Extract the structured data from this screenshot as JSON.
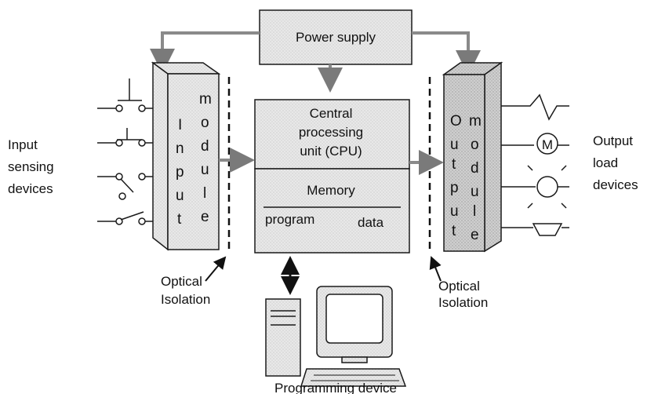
{
  "power_supply": {
    "label": "Power supply"
  },
  "cpu": {
    "line1": "Central",
    "line2": "processing",
    "line3": "unit (CPU)"
  },
  "memory": {
    "title": "Memory",
    "program": "program",
    "data": "data"
  },
  "input_module": {
    "letters_a": [
      "I",
      "n",
      "p",
      "u",
      "t"
    ],
    "letters_b": [
      "m",
      "o",
      "d",
      "u",
      "l",
      "e"
    ]
  },
  "output_module": {
    "letters_a": [
      "O",
      "u",
      "t",
      "p",
      "u",
      "t"
    ],
    "letters_b": [
      "m",
      "o",
      "d",
      "u",
      "l",
      "e"
    ]
  },
  "input_devices": {
    "line1": "Input",
    "line2": "sensing",
    "line3": "devices"
  },
  "output_devices": {
    "line1": "Output",
    "line2": "load",
    "line3": "devices"
  },
  "optical_left": {
    "line1": "Optical",
    "line2": "Isolation"
  },
  "optical_right": {
    "line1": "Optical",
    "line2": "Isolation"
  },
  "motor_symbol": "M",
  "programming_device": {
    "label": "Programming device"
  },
  "colors": {
    "shade": "#dcdcdc",
    "line": "#1a1a1a",
    "arrow": "#8a8a8a"
  }
}
